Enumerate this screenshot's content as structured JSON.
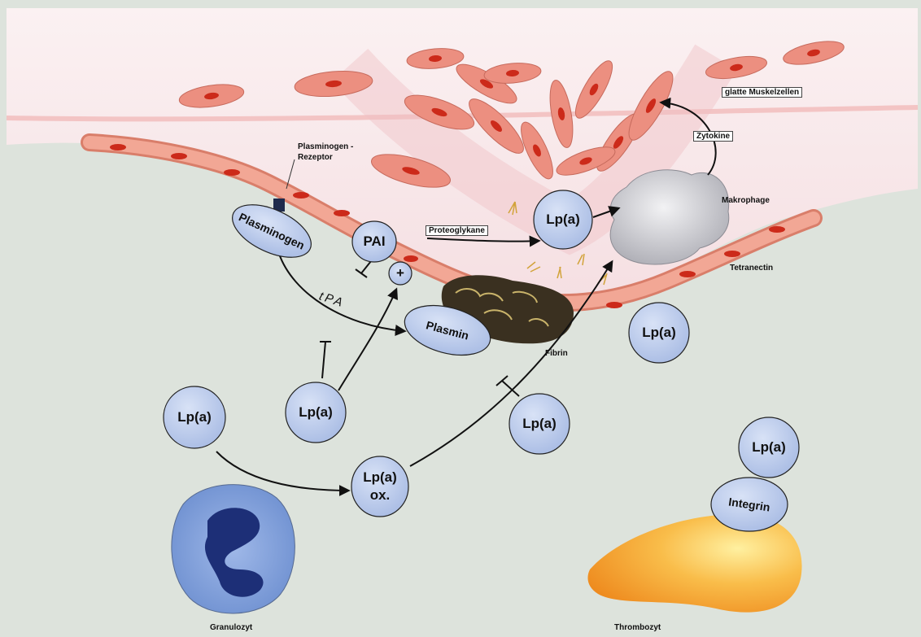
{
  "labels": {
    "smooth_muscle": "glatte Muskelzellen",
    "cytokine": "Zytokine",
    "macrophage": "Makrophage",
    "tetranectin": "Tetranectin",
    "plasminogen_receptor": "Plasminogen -\nRezeptor",
    "proteoglycans": "Proteoglykane",
    "fibrin": "Fibrin",
    "granulocyte": "Granulozyt",
    "thrombocyte": "Thrombozyt",
    "tpa": "tPA"
  },
  "nodes": {
    "plasminogen": "Plasminogen",
    "pai": "PAI",
    "plus": "+",
    "plasmin": "Plasmin",
    "lpa_proteo": "Lp(a)",
    "lpa_wall": "Lp(a)",
    "lpa_center": "Lp(a)",
    "lpa_left": "Lp(a)",
    "lpa_right": "Lp(a)",
    "lpa_platelet": "Lp(a)",
    "integrin": "Integrin",
    "lpa_ox_line1": "Lp(a)",
    "lpa_ox_line2": "ox."
  },
  "colors": {
    "tissue": "#f8e6e8",
    "lumen": "#dde3dc",
    "muscle_cell": "#ec8f80",
    "nucleus": "#cc2a1a",
    "molecule_fill": "#b8c8ea",
    "macrophage": "#c8c8cc",
    "fibrin": "#3a3020",
    "granulocyte": "#7c9cd8",
    "platelet": "#f4a23a"
  }
}
